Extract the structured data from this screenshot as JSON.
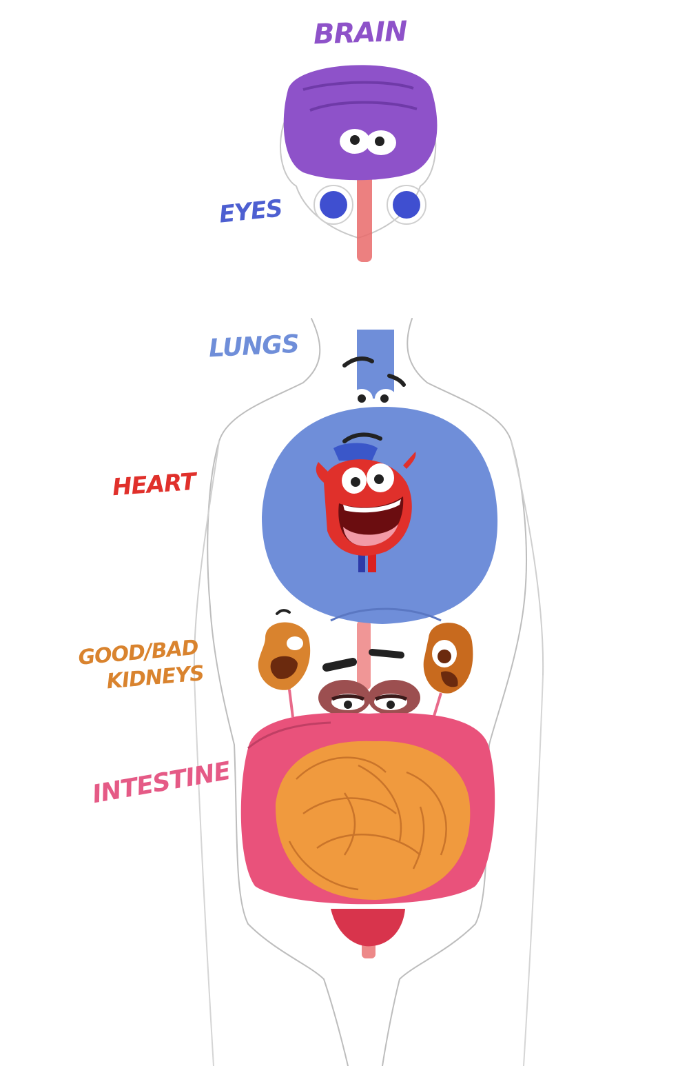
{
  "labels": {
    "brain": "BRAIN",
    "eyes": "EYES",
    "lungs": "LUNGS",
    "heart": "HEART",
    "kidneys_line1": "GOOD/BAD",
    "kidneys_line2": "KIDNEYS",
    "intestine": "INTESTINE"
  },
  "colors": {
    "brain": "#8e52c9",
    "eyes": "#4d5fd1",
    "lungs": "#6f8ed9",
    "heart": "#e0302b",
    "kidneys": "#d9832e",
    "intestine": "#e55a86",
    "pencil": "#b8b8b8"
  }
}
